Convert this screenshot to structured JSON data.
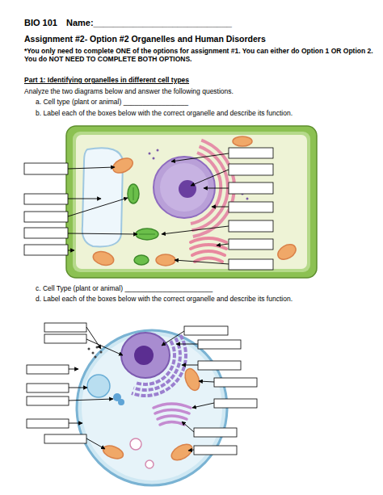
{
  "diagram": {
    "title": "Assignment #2- Option #2 Organelles and Human Disorders",
    "labels": [
      "BIO 101",
      "Name:____________________________",
      "*You only need to complete ONE of the options for assignment #1. You can either do Option 1 OR Option 2. You do NOT NEED TO COMPLETE BOTH OPTIONS.",
      "Part 1: Identifying organelles in different cell types",
      "Analyze the two diagrams below and answer the following questions.",
      "a. Cell type (plant or animal) _________________",
      "b. Label each of the boxes below with the correct organelle and describe its function.",
      "c. Cell Type (plant or animal) _______________________",
      "d. Label each of the boxes below with the correct organelle and describe its function."
    ]
  }
}
